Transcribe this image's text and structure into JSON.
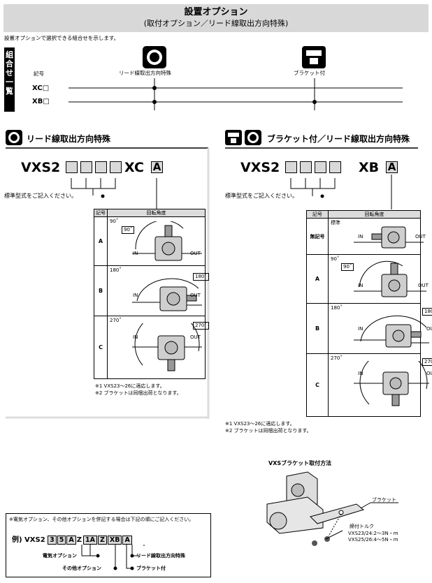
{
  "header": {
    "title": "設置オプション",
    "subtitle": "(取付オプション／リード線取出方向特殊)"
  },
  "intro": "設置オプションで選択できる組合せを示します。",
  "combo": {
    "vertical_label": [
      "組",
      "合",
      "せ",
      "一",
      "覧"
    ],
    "col_label": "記号",
    "col1": "リード線取出方向特殊",
    "col2": "ブラケット付",
    "rows": [
      "XC□",
      "XB□"
    ]
  },
  "left": {
    "title": "リード線取出方向特殊",
    "model_prefix": "VXS2",
    "model_suffix": "XC",
    "suffix_box": "A",
    "note_standard": "標準型式をご記入ください。",
    "table_head": [
      "記号",
      "回転角度"
    ],
    "rows": [
      {
        "code": "A",
        "angle": "90˚",
        "in": "IN",
        "out": "OUT"
      },
      {
        "code": "B",
        "angle": "180˚",
        "in": "IN",
        "out": "OUT"
      },
      {
        "code": "C",
        "angle": "270˚",
        "in": "IN",
        "out": "OUT"
      }
    ],
    "notes": [
      "※1 VXS23～26に適応します。",
      "※2 ブラケットは同梱出荷となります。"
    ]
  },
  "right": {
    "title": "ブラケット付／リード線取出方向特殊",
    "model_prefix": "VXS2",
    "model_suffix": "XB",
    "suffix_box": "A",
    "note_standard": "標準型式をご記入ください。",
    "table_head": [
      "記号",
      "回転角度"
    ],
    "rows": [
      {
        "code": "無記号",
        "angle": "標準",
        "in": "IN",
        "out": "OUT"
      },
      {
        "code": "A",
        "angle": "90˚",
        "in": "IN",
        "out": "OUT"
      },
      {
        "code": "B",
        "angle": "180˚",
        "in": "IN",
        "out": "OUT"
      },
      {
        "code": "C",
        "angle": "270˚",
        "in": "IN",
        "out": "OUT"
      }
    ],
    "notes": [
      "※1 VXS23～26に適応します。",
      "※2 ブラケットは同梱出荷となります。"
    ]
  },
  "example": {
    "intro": "※電気オプション、その他オプションを併記する場合は下記の順にご記入ください。",
    "prefix": "例) VXS2",
    "boxes": [
      "3",
      "5",
      "A"
    ],
    "z1": "Z",
    "box1A": "1A",
    "z2": "Z",
    "xb": "XB",
    "a": "A",
    "label_electric": "電気オプション",
    "label_other": "その他オプション",
    "label_lead": "リード線取出方向特殊",
    "label_bracket": "ブラケット付"
  },
  "mount": {
    "title": "VXSブラケット取付方法",
    "bracket_label": "ブラケット",
    "torque_title": "締付トルク",
    "torque1": "VXS23/24:2～3N・m",
    "torque2": "VXS25/26:4～5N・m"
  }
}
